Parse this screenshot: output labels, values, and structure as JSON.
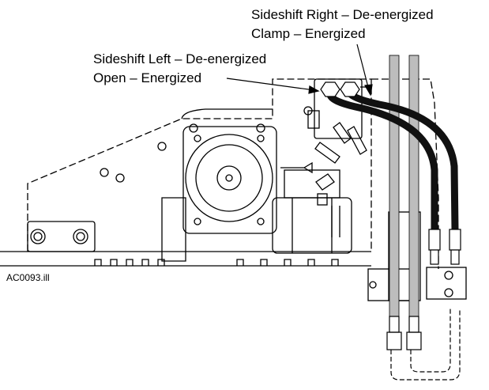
{
  "callouts": {
    "sideshift_right": "Sideshift Right – De-energized",
    "clamp": "Clamp – Energized",
    "sideshift_left": "Sideshift Left – De-energized",
    "open": "Open – Energized"
  },
  "figure_id": "AC0093.ill",
  "colors": {
    "line": "#000000",
    "tube": "#bdbdbd",
    "hose": "#111111"
  }
}
